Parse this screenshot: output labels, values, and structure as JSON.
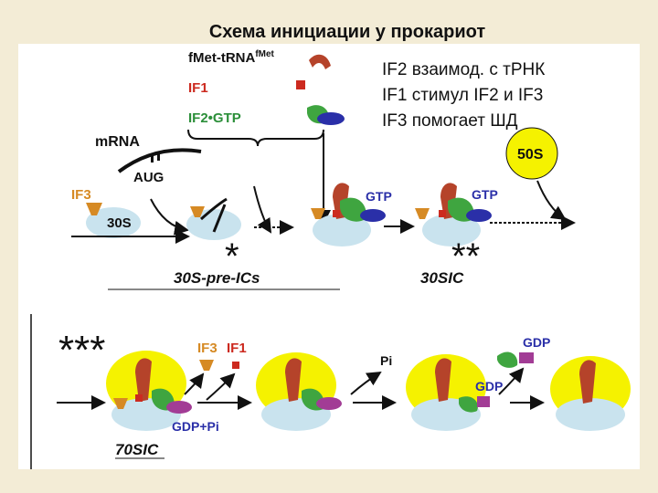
{
  "title": "Схема инициации у прокариот",
  "notes": [
    "IF2 взаимод. с тРНК",
    "IF1 стимул IF2 и IF3",
    "IF3 помогает ШД"
  ],
  "legend": {
    "fmet_prefix": "fMet-tRNA",
    "fmet_sup": "fMet",
    "if1": "IF1",
    "if2gtp": "IF2•GTP"
  },
  "labels": {
    "mrna": "mRNA",
    "aug": "AUG",
    "if3": "IF3",
    "s30": "30S",
    "s50": "50S",
    "gtp": "GTP",
    "star1": "*",
    "star2": "**",
    "star3": "***",
    "pre_ics": "30S-pre-ICs",
    "sic30": "30SIC",
    "if3_out": "IF3",
    "if1_out": "IF1",
    "gdp_pi": "GDP+Pi",
    "pi": "Pi",
    "gdp": "GDP",
    "sic70": "70SIC"
  },
  "colors": {
    "background": "#f3ecd6",
    "panel": "#ffffff",
    "subunit30s": "#c9e3ee",
    "subunit50s": "#f5f200",
    "trna": "#b5432a",
    "if2": "#3fa540",
    "gtp": "#2a2fa8",
    "if3": "#d68a24",
    "if1": "#cc2a1f",
    "gdp": "#a23c95",
    "legend_if2": "#2c8f3a"
  }
}
